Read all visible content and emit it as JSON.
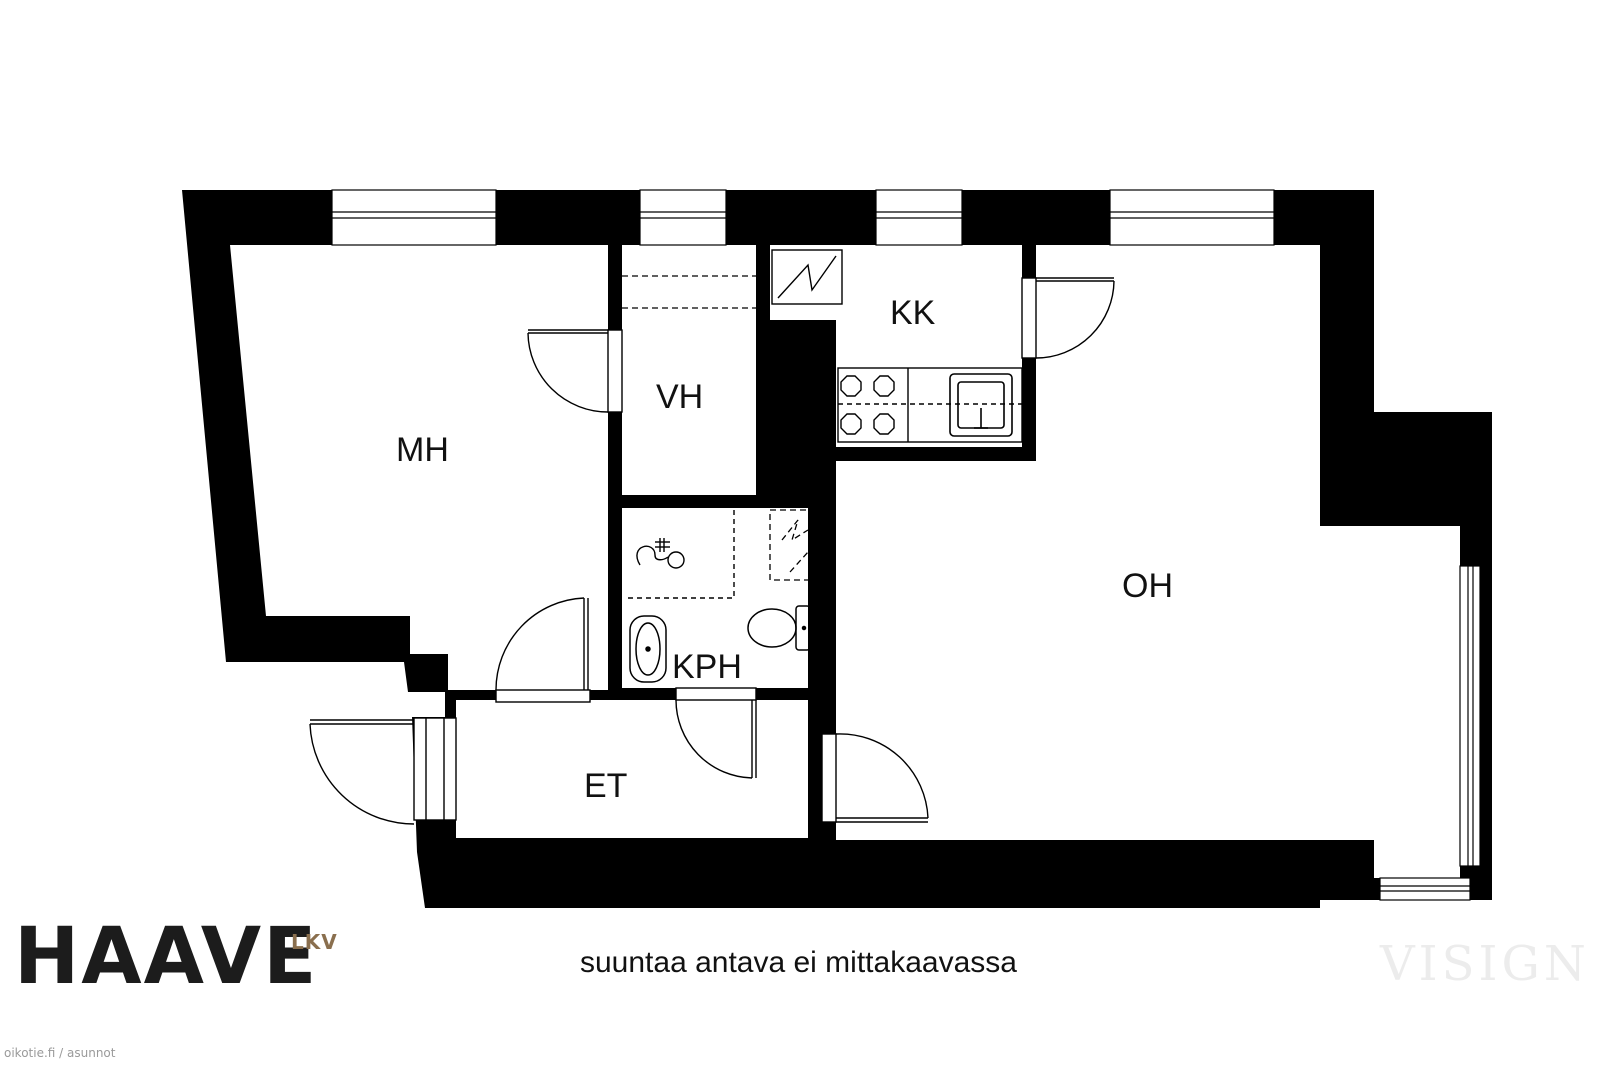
{
  "floorplan": {
    "rooms": {
      "mh": "MH",
      "vh": "VH",
      "kk": "KK",
      "kph": "KPH",
      "et": "ET",
      "oh": "OH"
    }
  },
  "footer": {
    "logo": "HAAVE",
    "logo_suffix": "LKV",
    "caption": "suuntaa antava ei mittakaavassa",
    "credit": "oikotie.fi / asunnot",
    "watermark": "VISIGN"
  },
  "colors": {
    "wall": "#000000",
    "logo": "#1c1c1c",
    "logo_suffix": "#8a6f4e",
    "watermark": "#ececec"
  }
}
